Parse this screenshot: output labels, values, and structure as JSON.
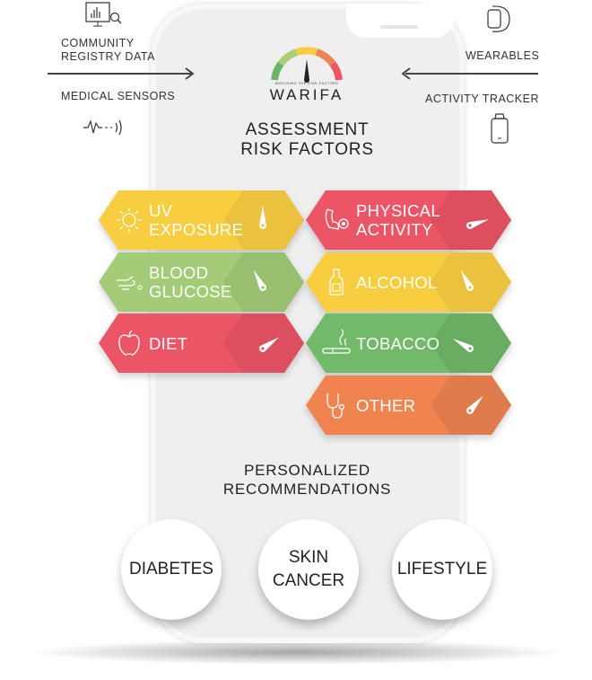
{
  "inputs": {
    "community": "COMMUNITY\nREGISTRY DATA",
    "medical": "MEDICAL SENSORS",
    "wearables": "WEARABLES",
    "activity": "ACTIVITY TRACKER"
  },
  "logo": {
    "tagline": "WATCHING THE RISK FACTORS",
    "name": "WARIFA"
  },
  "assessment_title": "ASSESSMENT\nRISK FACTORS",
  "risk_factors": [
    {
      "label": "UV\nEXPOSURE",
      "icon": "sun-icon",
      "color": "#f8cd40",
      "dial": "#eac23e",
      "needle_deg": 0
    },
    {
      "label": "PHYSICAL\nACTIVITY",
      "icon": "muscle-icon",
      "color": "#eb5565",
      "dial": "#dd4f5f",
      "needle_deg": 72
    },
    {
      "label": "BLOOD\nGLUCOSE",
      "icon": "finger-prick-icon",
      "color": "#a2cc78",
      "dial": "#96bf6f",
      "needle_deg": -28
    },
    {
      "label": "ALCOHOL",
      "icon": "bottle-icon",
      "color": "#f8cd40",
      "dial": "#eac23e",
      "needle_deg": -28
    },
    {
      "label": "DIET",
      "icon": "apple-icon",
      "color": "#eb5565",
      "dial": "#dd4f5f",
      "needle_deg": 55
    },
    {
      "label": "TOBACCO",
      "icon": "cigarette-icon",
      "color": "#72ba6a",
      "dial": "#69ad63",
      "needle_deg": -60
    },
    {
      "label": "OTHER",
      "icon": "stethoscope-icon",
      "color": "#ef8450",
      "dial": "#e07b4b",
      "needle_deg": 42
    }
  ],
  "recommendations_title": "PERSONALIZED\nRECOMMENDATIONS",
  "recommendations": [
    "DIABETES",
    "SKIN\nCANCER",
    "LIFESTYLE"
  ]
}
